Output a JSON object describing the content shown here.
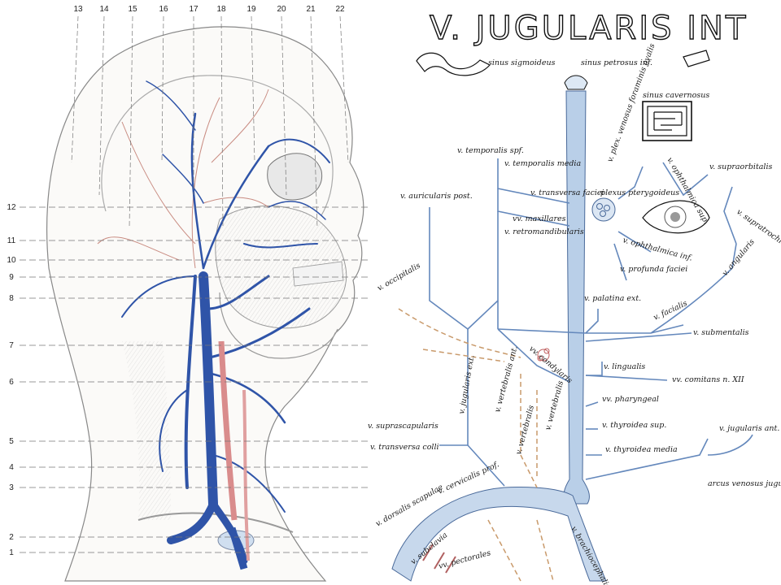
{
  "left_panel": {
    "top_numbers": [
      "13",
      "14",
      "15",
      "16",
      "17",
      "18",
      "19",
      "20",
      "21",
      "22"
    ],
    "side_numbers": [
      "12",
      "11",
      "10",
      "9",
      "8",
      "7",
      "6",
      "5",
      "4",
      "3",
      "2",
      "1"
    ]
  },
  "right_panel": {
    "title": "V. JUGULARIS INT",
    "labels": {
      "sinus_sigmoideus": "sinus sigmoideus",
      "sinus_petrosus": "sinus petrosus inf.",
      "sinus_cavernosus": "sinus cavernosus",
      "plexus_foramen": "v. plex. venosus foraminis ovalis",
      "v_temporalis_spf": "v. temporalis spf.",
      "v_temporalis_media": "v. temporalis media",
      "v_transversa_faciei": "v. transversa faciei",
      "v_auricularis_post": "v. auricularis post.",
      "v_retromandibularis": "v. retromandibularis",
      "vv_maxillares": "vv. maxillares",
      "plexus_pterygoideus": "plexus pterygoideus",
      "v_ophthalmica_sup": "v. ophthalmica sup.",
      "v_supraorbitalis": "v. supraorbitalis",
      "v_supratrochlearis": "v. supratrochlearis",
      "v_angularis": "v. angularis",
      "v_ophthalmica_inf": "v. ophthalmica inf.",
      "v_profunda_faciei": "v. profunda faciei",
      "v_occipitalis": "v. occipitalis",
      "v_palatina_ext": "v. palatina ext.",
      "v_facialis": "v. facialis",
      "v_submentalis": "v. submentalis",
      "vv_condylaris": "vv. condylaris",
      "v_lingualis": "v. lingualis",
      "vv_comitans": "vv. comitans n. XII",
      "v_jugularis_ext": "v. jugularis ext.",
      "v_vertebralis_ant": "v. vertebralis ant.",
      "v_vertebralis": "v. vertebralis",
      "v_pharyngeal": "vv. pharyngeal",
      "v_thyroidea_sup": "v. thyroidea sup.",
      "v_thyroidea_media": "v. thyroidea media",
      "v_suprascapularis": "v. suprascapularis",
      "v_transversa_colli": "v. transversa colli",
      "v_cervicalis_prof": "v. cervicalis prof.",
      "v_vertebralis_2": "v. vertebralis",
      "v_dorsalis_scapulae": "v. dorsalis scapulae",
      "v_subclavia": "v. subclavia",
      "v_pectorales": "vv. pectorales",
      "v_brachiocephalica": "v. brachiocephalica",
      "v_jugularis_ant": "v. jugularis ant.",
      "arcus_venosus": "arcus venosus jugularis"
    }
  },
  "colors": {
    "vein_blue": "#2f54a8",
    "vein_light": "#b9cfe8",
    "artery_red": "#d98c8c",
    "dashed_brown": "#c99a6b"
  }
}
